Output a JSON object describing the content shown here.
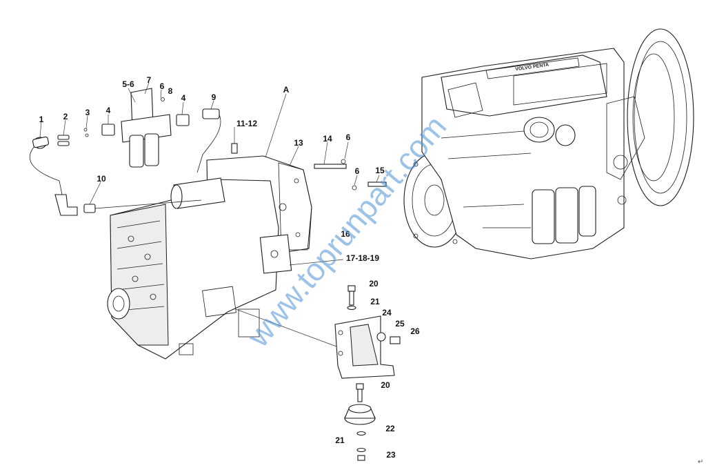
{
  "diagram": {
    "callouts": [
      "1",
      "2",
      "3",
      "4",
      "5-6",
      "7",
      "6",
      "8",
      "4",
      "9",
      "10",
      "11-12",
      "A",
      "13",
      "14",
      "6",
      "6",
      "15",
      "16",
      "17-18-19",
      "20",
      "21",
      "24",
      "25",
      "26",
      "20",
      "22",
      "21",
      "23"
    ],
    "watermark": "www.toprunpart.com",
    "engine_nameplate": "VOLVO PENTA",
    "return_mark": "↵"
  }
}
